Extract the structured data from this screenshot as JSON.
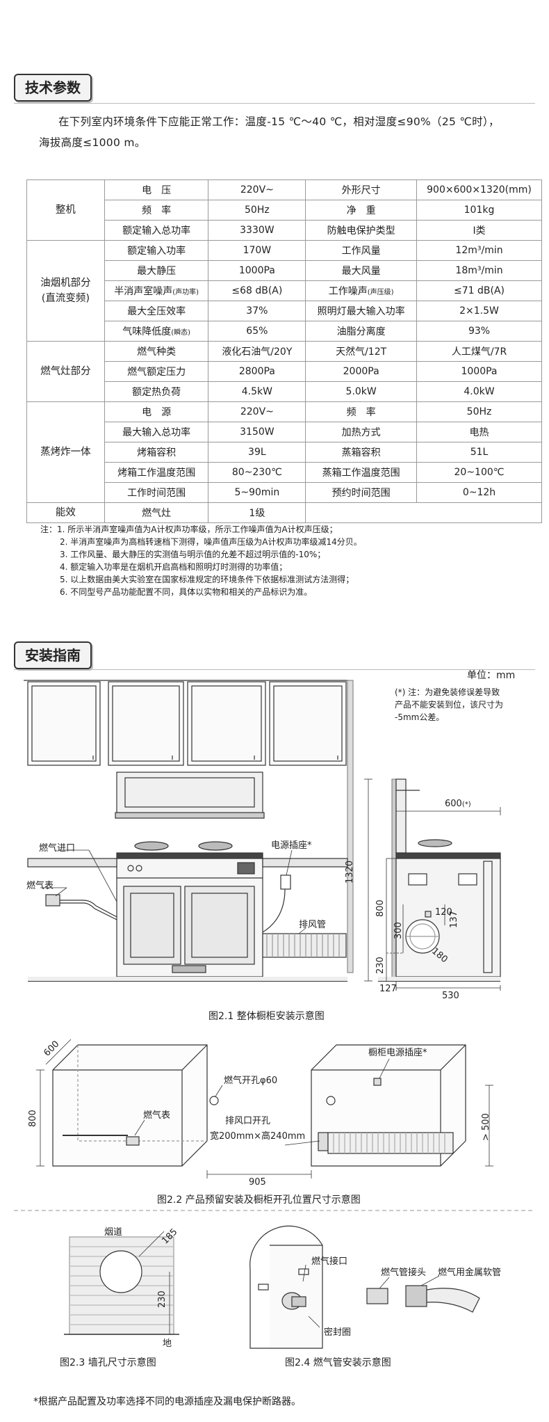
{
  "section1": {
    "title": "技术参数"
  },
  "intro": {
    "line1": "在下列室内环境条件下应能正常工作：温度-15 ℃～40 ℃，相对湿度≤90%（25 ℃时），",
    "line2": "海拔高度≤1000 m。"
  },
  "table": {
    "whole": {
      "label": "整机",
      "rows": [
        [
          "电　压",
          "220V~",
          "外形尺寸",
          "900×600×1320(mm)"
        ],
        [
          "频　率",
          "50Hz",
          "净　重",
          "101kg"
        ],
        [
          "额定输入总功率",
          "3330W",
          "防触电保护类型",
          "Ⅰ类"
        ]
      ]
    },
    "hood": {
      "label1": "油烟机部分",
      "label2": "(直流变频)",
      "rows": [
        {
          "a": "额定输入功率",
          "b": "170W",
          "c": "工作风量",
          "d": "12m³/min"
        },
        {
          "a": "最大静压",
          "b": "1000Pa",
          "c": "最大风量",
          "d": "18m³/min"
        },
        {
          "a": "半消声室噪声",
          "a_small": "(声功率)",
          "b": "≤68  dB(A)",
          "c": "工作噪声",
          "c_small": "(声压级)",
          "d": "≤71  dB(A)"
        },
        {
          "a": "最大全压效率",
          "b": "37%",
          "c": "照明灯最大输入功率",
          "d": "2×1.5W"
        },
        {
          "a": "气味降低度",
          "a_small": "(瞬态)",
          "b": "65%",
          "c": "油脂分离度",
          "d": "93%"
        }
      ]
    },
    "stove": {
      "label": "燃气灶部分",
      "rows": [
        [
          "燃气种类",
          "液化石油气/20Y",
          "天然气/12T",
          "人工煤气/7R"
        ],
        [
          "燃气额定压力",
          "2800Pa",
          "2000Pa",
          "1000Pa"
        ],
        [
          "额定热负荷",
          "4.5kW",
          "5.0kW",
          "4.0kW"
        ]
      ]
    },
    "oven": {
      "label": "蒸烤炸一体",
      "rows": [
        [
          "电　源",
          "220V~",
          "频　率",
          "50Hz"
        ],
        [
          "最大输入总功率",
          "3150W",
          "加热方式",
          "电热"
        ],
        [
          "烤箱容积",
          "39L",
          "蒸箱容积",
          "51L"
        ],
        [
          "烤箱工作温度范围",
          "80~230℃",
          "蒸箱工作温度范围",
          "20~100℃"
        ],
        [
          "工作时间范围",
          "5~90min",
          "预约时间范围",
          "0~12h"
        ]
      ]
    },
    "energy": {
      "label": "能效",
      "item": "燃气灶",
      "value": "1级"
    }
  },
  "notes": [
    "注：1.  所示半消声室噪声值为A计权声功率级，所示工作噪声值为A计权声压级；",
    "2.  半消声室噪声为高档转速档下测得，噪声值声压级为A计权声功率级减14分贝。",
    "3.  工作风量、最大静压的实测值与明示值的允差不超过明示值的-10%；",
    "4.  额定输入功率是在烟机开启高档和照明灯时测得的功率值；",
    "5.  以上数据由美大实验室在国家标准规定的环境条件下依据标准测试方法测得；",
    "6.  不同型号产品功能配置不同，具体以实物和相关的产品标识为准。"
  ],
  "section2": {
    "title": "安装指南"
  },
  "unit": "单位：mm",
  "tip": [
    "(*) 注：为避免装修误差导致",
    "产品不能安装到位，该尺寸为",
    "-5mm公差。"
  ],
  "fig1": {
    "gas_inlet": "燃气进口",
    "gas_meter": "燃气表",
    "socket": "电源插座*",
    "exhaust": "排风管",
    "d600": "600",
    "d600_mark": "(*)",
    "d1320": "1320",
    "d800": "800",
    "d300": "300",
    "d230": "230",
    "d120": "120",
    "d137": "137",
    "d180": "180",
    "d127": "127",
    "d530": "530",
    "caption": "图2.1  整体橱柜安装示意图"
  },
  "fig2": {
    "d600": "600",
    "d800": "800",
    "gas_hole": "燃气开孔φ60",
    "cab_socket": "橱柜电源插座*",
    "gas_meter": "燃气表",
    "exhaust_hole1": "排风口开孔",
    "exhaust_hole2": "宽200mm×高240mm",
    "d500": "> 500",
    "d905": "905",
    "caption": "图2.2  产品预留安装及橱柜开孔位置尺寸示意图"
  },
  "fig3": {
    "chimney": "烟道",
    "d185": "185",
    "d230": "230",
    "ground": "地",
    "caption": "图2.3 墙孔尺寸示意图"
  },
  "fig4": {
    "gas_port": "燃气接口",
    "seal": "密封圈",
    "pipe_joint": "燃气管接头",
    "hose": "燃气用金属软管",
    "caption": "图2.4 燃气管安装示意图"
  },
  "footnote": "*根据产品配置及功率选择不同的电源插座及漏电保护断路器。"
}
